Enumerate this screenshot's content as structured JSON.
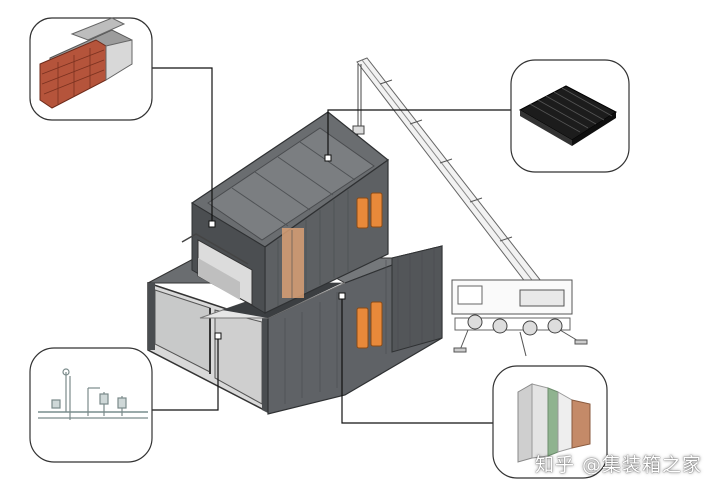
{
  "figure": {
    "subject": "container-building-assembly-diagram",
    "callouts": [
      {
        "id": "wall",
        "icon": "brick-wall-section-icon"
      },
      {
        "id": "roof",
        "icon": "roof-grating-panel-icon"
      },
      {
        "id": "plumbing",
        "icon": "plumbing-pipes-icon"
      },
      {
        "id": "insulation",
        "icon": "layered-insulation-panel-icon"
      }
    ]
  },
  "colors": {
    "container": "#5f6266",
    "container_dark": "#3e4144",
    "door_accent": "#e8893a",
    "brick": "#b5543b",
    "leader_line": "#111111",
    "callout_border": "#333333"
  },
  "watermark": {
    "text": "知乎 @集装箱之家"
  }
}
